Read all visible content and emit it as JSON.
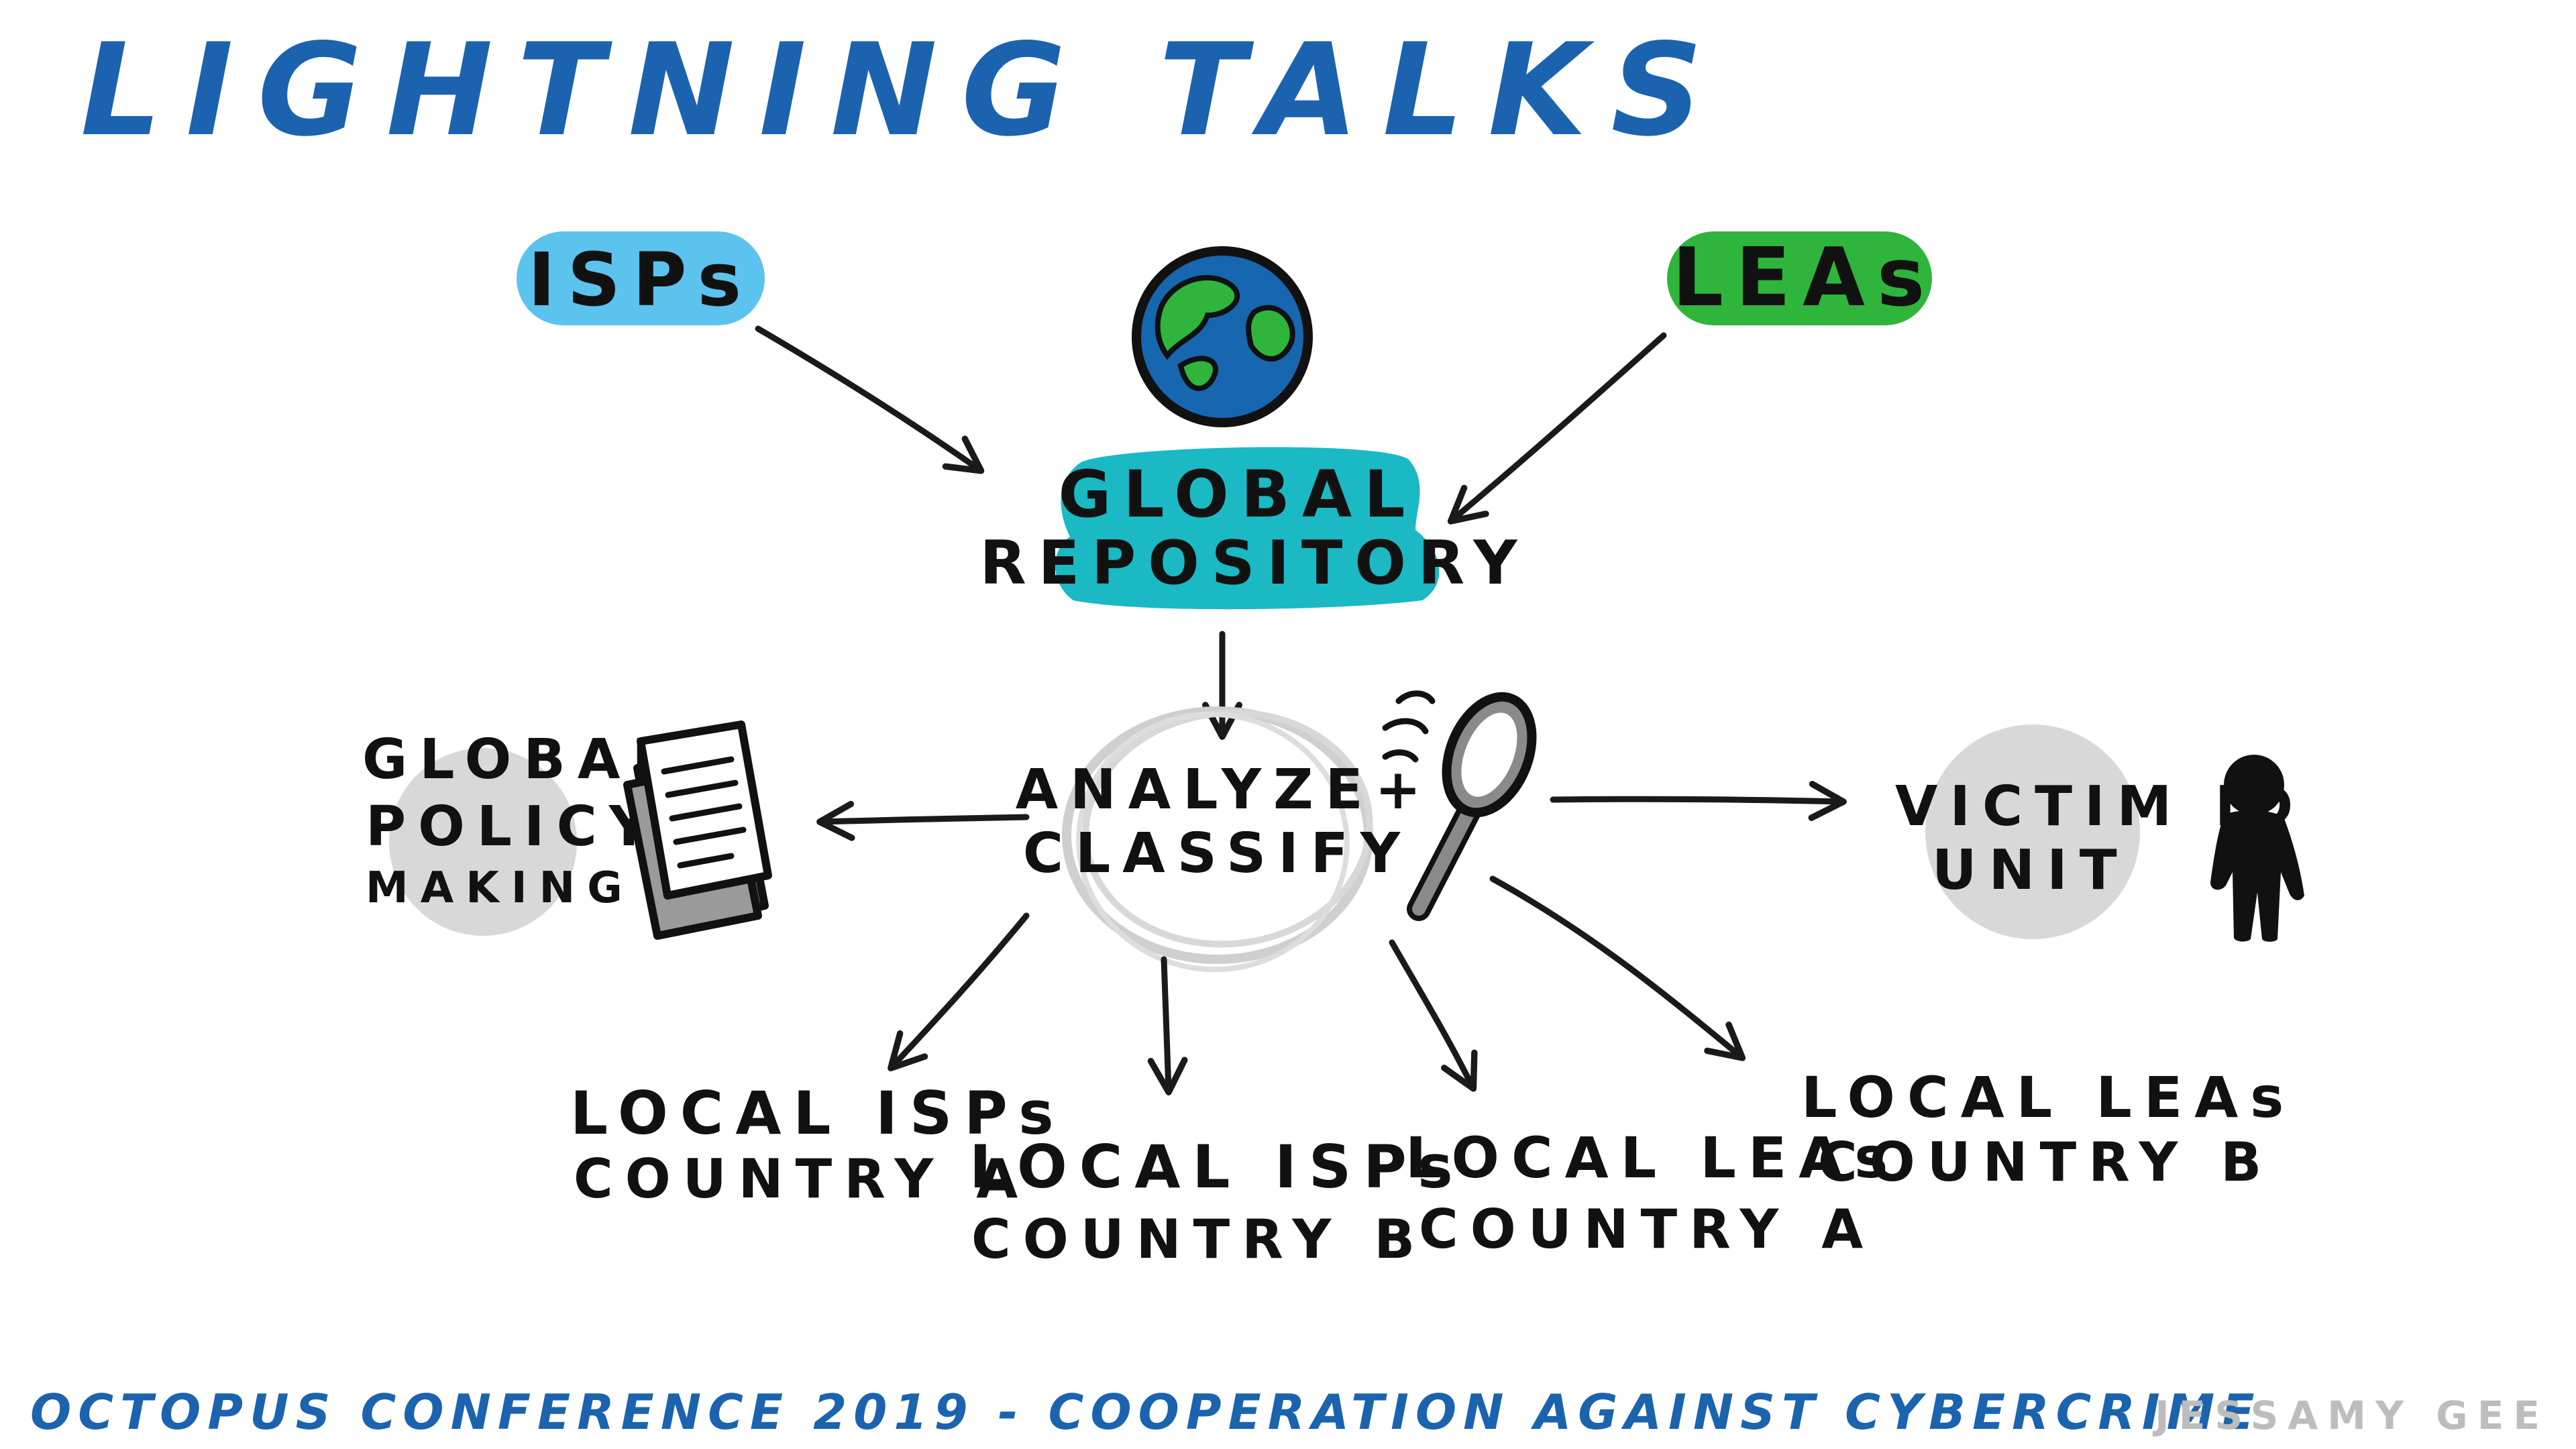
{
  "title": "LIGHTNING TALKS",
  "nodes": {
    "isps": "ISPs",
    "leas": "LEAs",
    "global_repository": [
      "GLOBAL",
      "REPOSITORY"
    ],
    "analyze_classify": [
      "ANALYZE+",
      "CLASSIFY"
    ],
    "global_policy_making": [
      "GLOBAL",
      "POLICY",
      "MAKING"
    ],
    "victim_id_unit": [
      "VICTIM ID",
      "UNIT"
    ],
    "local_isps_a": [
      "LOCAL ISPs",
      "COUNTRY A"
    ],
    "local_isps_b": [
      "LOCAL ISPs",
      "COUNTRY B"
    ],
    "local_leas_a": [
      "LOCAL LEAs",
      "COUNTRY A"
    ],
    "local_leas_b": [
      "LOCAL LEAs",
      "COUNTRY B"
    ]
  },
  "footer": "OCTOPUS CONFERENCE 2019 - COOPERATION AGAINST CYBERCRIME",
  "credit": "JESSAMY GEE",
  "icons": [
    "globe-icon",
    "document-stack-icon",
    "magnifier-icon",
    "person-silhouette-icon"
  ],
  "colors": {
    "title": "#1b63ae",
    "isps_highlight": "#5bc3ee",
    "leas_highlight": "#2fb53c",
    "repository_highlight": "#1ab9c4",
    "grey_circle": "#d8d8d8",
    "footer": "#1b63ae",
    "credit": "#bdbdbd",
    "ink": "#111111"
  }
}
